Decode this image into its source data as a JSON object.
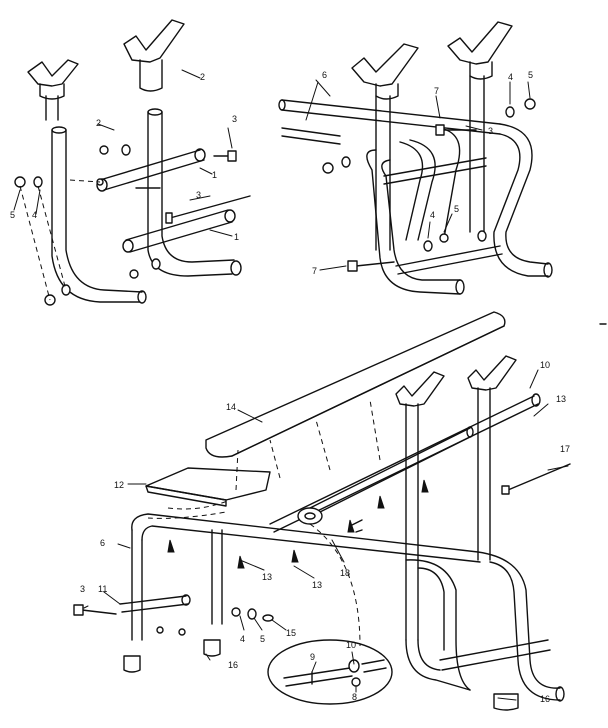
{
  "callouts": {
    "a1": "2",
    "a2": "2",
    "a3": "3",
    "a4": "1",
    "a5": "3",
    "a6": "1",
    "a7": "5",
    "a8": "4",
    "b1": "6",
    "b2": "7",
    "b3": "4",
    "b4": "5",
    "b5": "3",
    "b6": "4",
    "b7": "5",
    "b8": "7",
    "c1": "10",
    "c2": "13",
    "c3": "14",
    "c4": "17",
    "c5": "12",
    "c6": "6",
    "c7": "13",
    "c8": "13",
    "c9": "18",
    "c10": "3",
    "c11": "11",
    "c12": "4",
    "c13": "5",
    "c14": "15",
    "c15": "16",
    "c16": "10",
    "c17": "9",
    "c18": "8",
    "c19": "16"
  }
}
